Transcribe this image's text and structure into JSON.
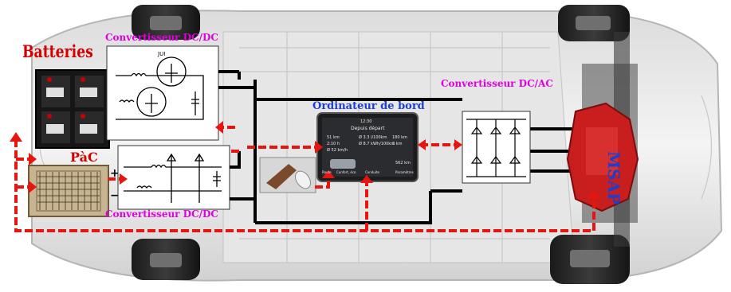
{
  "labels": {
    "batteries": "Batteries",
    "dcdc_top": "Convertisseur DC/DC",
    "dcdc_bottom": "Convertisseur DC/DC",
    "pac": "PàC",
    "ordinateur": "Ordinateur de bord",
    "dcac": "Convertisseur DC/AC",
    "msap": "MSAP"
  },
  "dashboard": {
    "time": "12:30",
    "title": "Depuis départ",
    "rows": [
      [
        "51 km",
        "Ø 3.3 l/100km",
        "180 km"
      ],
      [
        "2:10 h",
        "Ø 8.7 kWh/100km",
        "2 km"
      ],
      [
        "Ø 52 km/h",
        "",
        ""
      ]
    ],
    "odometer": "562 km",
    "bottom_items": [
      "Route",
      "Confort, éco",
      "Conduite",
      "Paramètres"
    ]
  },
  "colors": {
    "arrow_red": "#e8150f",
    "wire_black": "#000000",
    "label_magenta": "#e000e0",
    "label_blue": "#1b3fd0",
    "motor_red": "#c81e1e"
  }
}
